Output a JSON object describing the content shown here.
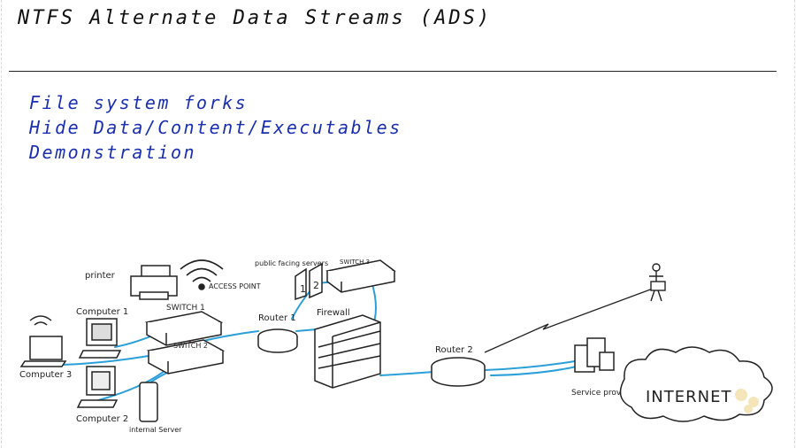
{
  "slide": {
    "title": "NTFS Alternate Data Streams (ADS)",
    "bullets": [
      "File system forks",
      "Hide Data/Content/Executables",
      "Demonstration"
    ]
  },
  "diagram": {
    "labels": {
      "printer": "printer",
      "access_point": "ACCESS POINT",
      "public_servers": "public facing servers",
      "switch3": "SWITCH 3",
      "switch1": "SWITCH 1",
      "switch2": "SWITCH 2",
      "computer1": "Computer 1",
      "computer2": "Computer 2",
      "computer3": "Computer 3",
      "internal_server": "internal Server",
      "router1": "Router 1",
      "router2": "Router 2",
      "firewall": "Firewall",
      "service_provider": "Service provider",
      "internet": "INTERNET",
      "server_1": "1",
      "server_2": "2"
    },
    "colors": {
      "bullet": "#1a2fb0",
      "cable": "#2a9fd8",
      "cable_red": "#d42a2a",
      "ink": "#222222"
    }
  }
}
